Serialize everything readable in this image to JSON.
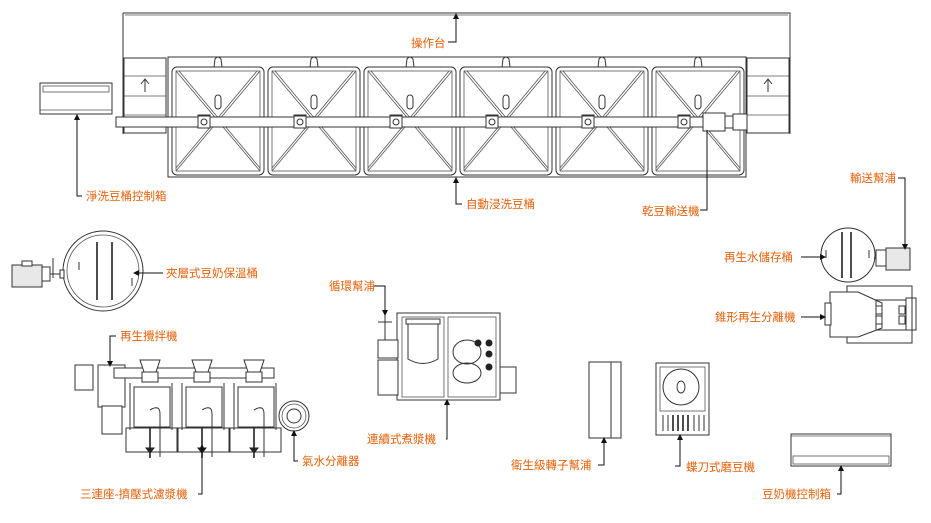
{
  "diagram": {
    "title": "Soy milk production line equipment layout",
    "label_color": "#e8600a",
    "line_color": "#333333",
    "labels": {
      "operation_platform": "操作台",
      "bean_wash_control_box": "淨洗豆桶控制箱",
      "auto_soak_wash_tanks": "自動浸洗豆桶",
      "dry_bean_conveyor": "乾豆輸送機",
      "transfer_pump": "輸送幫浦",
      "jacketed_soymilk_tank": "夾層式豆奶保溫桶",
      "reclaimed_water_tank": "再生水儲存桶",
      "conical_separator": "錐形再生分離機",
      "regen_mixer": "再生攪拌機",
      "circulation_pump": "循環幫浦",
      "continuous_cooker": "連續式煮漿機",
      "triple_press_filter": "三連座-擠壓式濾漿機",
      "air_water_separator": "氣水分離器",
      "sanitary_rotor_pump": "衛生級轉子幫浦",
      "disc_blade_grinder": "蝶刀式磨豆機",
      "soymilk_control_box": "豆奶機控制箱"
    },
    "soak_tank_count": 6,
    "press_filter_units": 3
  }
}
